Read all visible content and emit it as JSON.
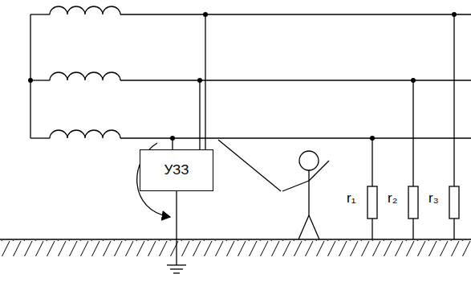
{
  "diagram": {
    "nodes": [
      {
        "text": [
          "УЗЗ"
        ]
      }
    ],
    "labels": [
      "r₁",
      "r₂",
      "r₃"
    ]
  }
}
